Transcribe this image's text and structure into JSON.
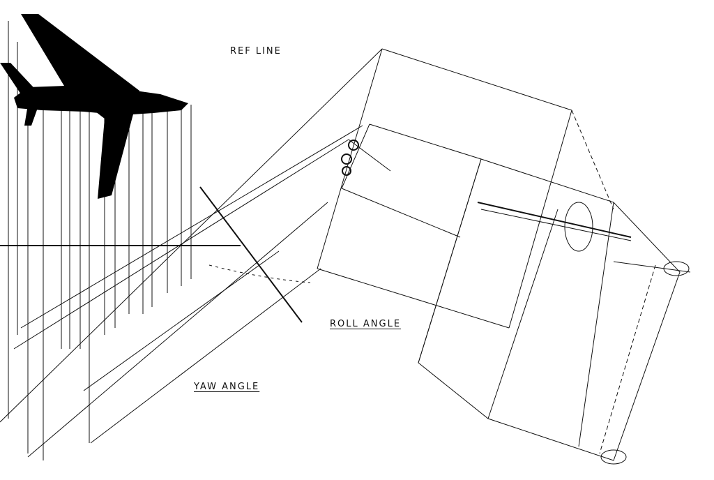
{
  "labels": {
    "ref_line": "REF LINE",
    "roll_angle": "ROLL ANGLE",
    "yaw_angle": "YAW ANGLE"
  },
  "colors": {
    "ink": "#111111",
    "paper": "#ffffff"
  }
}
